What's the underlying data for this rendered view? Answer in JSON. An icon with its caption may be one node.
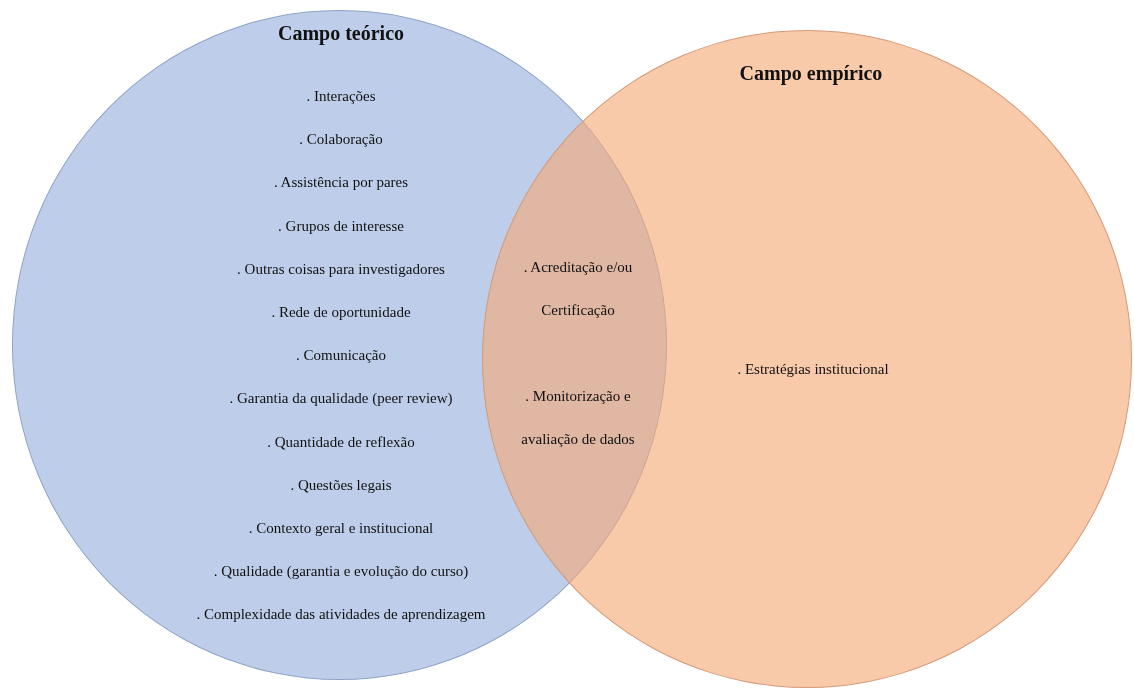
{
  "diagram": {
    "nodes": [
      {
        "text": [
          "Campo teórico",
          ". Interações",
          ". Colaboração",
          ". Assistência por pares",
          ". Grupos de interesse",
          ". Outras coisas para investigadores",
          ". Rede de oportunidade",
          ". Comunicação",
          ". Garantia da qualidade (peer review)",
          ". Quantidade de reflexão",
          ". Questões legais",
          ". Contexto geral e institucional",
          ". Qualidade (garantia e evolução do curso)",
          ". Complexidade das atividades de aprendizagem"
        ]
      },
      {
        "text": [
          "Campo empírico",
          ". Estratégias institucional"
        ]
      }
    ],
    "labels": [
      ". Acreditação e/ou Certificação",
      ". Monitorização e avaliação de dados"
    ]
  }
}
